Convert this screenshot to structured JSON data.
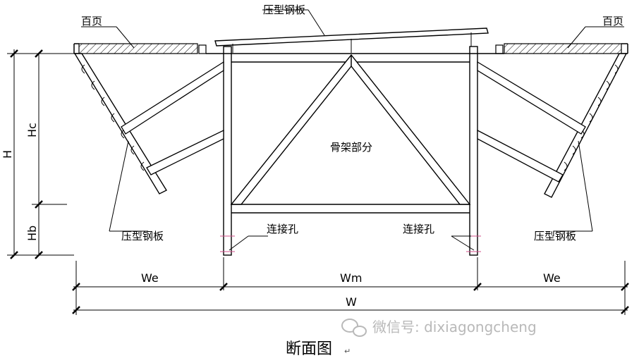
{
  "labels": {
    "top_steel_plate": "压型钢板",
    "louver_left": "百页",
    "louver_right": "百页",
    "frame_part": "骨架部分",
    "left_steel_plate": "压型钢板",
    "right_steel_plate": "压型钢板",
    "left_connection_hole": "连接孔",
    "right_connection_hole": "连接孔"
  },
  "dimensions": {
    "total_height": "H",
    "cap_height": "Hc",
    "base_height": "Hb",
    "edge_width_left": "We",
    "middle_width": "Wm",
    "edge_width_right": "We",
    "total_width": "W"
  },
  "caption": "断面图",
  "caption_mark": "↵",
  "watermark": "微信号: dixiagongcheng"
}
